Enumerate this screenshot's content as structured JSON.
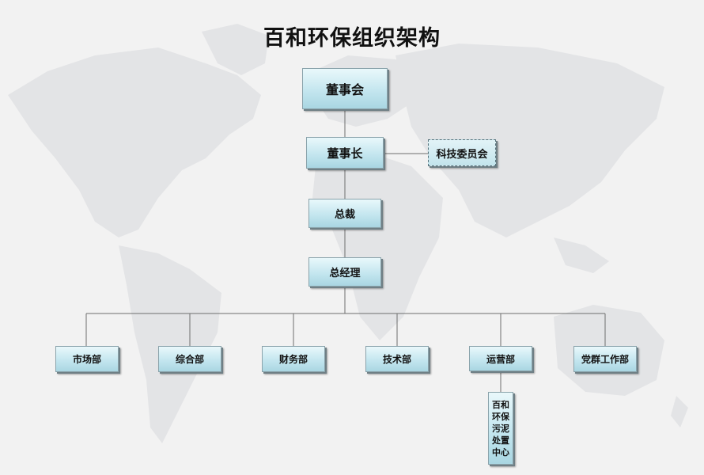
{
  "title": "百和环保组织架构",
  "nodes": {
    "board": "董事会",
    "chairman": "董事长",
    "tech_committee": "科技委员会",
    "president": "总裁",
    "general_manager": "总经理",
    "market_dept": "市场部",
    "general_dept": "综合部",
    "finance_dept": "财务部",
    "tech_dept": "技术部",
    "operations_dept": "运营部",
    "party_dept": "党群工作部",
    "sludge_center": "百和环保污泥处置中心"
  }
}
